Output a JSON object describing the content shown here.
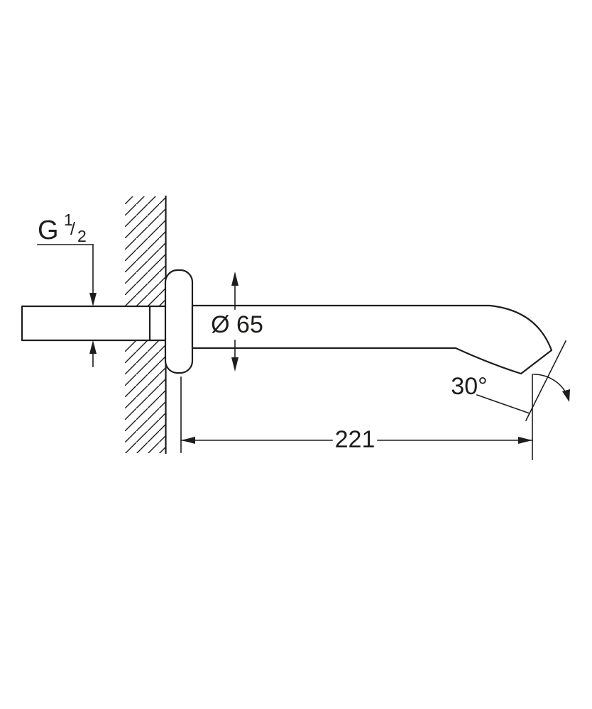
{
  "labels": {
    "thread_g": "G",
    "thread_sup": "1",
    "thread_slash": "/",
    "thread_sub": "2",
    "diameter": "Ø 65",
    "angle": "30°",
    "length": "221"
  },
  "colors": {
    "line": "#1d1d1b",
    "background": "#ffffff"
  }
}
